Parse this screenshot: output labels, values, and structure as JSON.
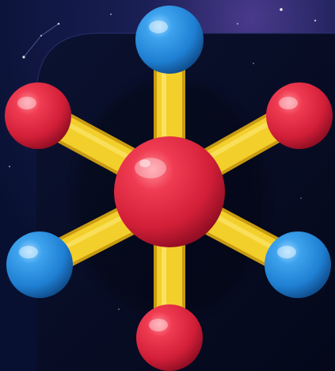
{
  "scene": {
    "subject": "molecule-model",
    "colors": {
      "space_deep": "#081031",
      "space_glow": "#3a2a7a",
      "panel": "#060a1f",
      "bond": "#f2cf2a",
      "bond_shade": "#c99b12",
      "atom_red": "#e2273f",
      "atom_red_dark": "#9d1128",
      "atom_blue": "#2a8fe0",
      "atom_blue_dark": "#135a9e"
    },
    "atoms": {
      "center": "red",
      "top": "blue",
      "upper_left": "red",
      "upper_right": "red",
      "lower_left": "blue",
      "lower_right": "blue",
      "bottom": "red"
    }
  }
}
